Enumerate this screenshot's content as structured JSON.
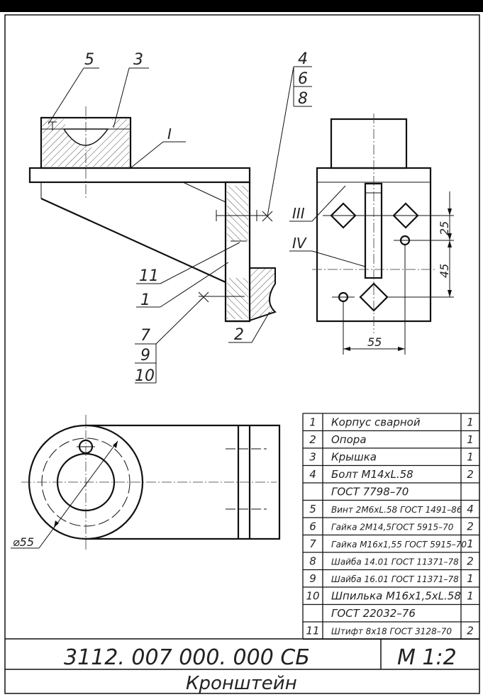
{
  "drawing": {
    "part_numbers": {
      "p5": "5",
      "p3": "3",
      "p4": "4",
      "p6": "6",
      "p8": "8",
      "p11": "11",
      "p1": "1",
      "p7": "7",
      "p9": "9",
      "p10": "10",
      "p2": "2"
    },
    "section_labels": {
      "s1": "I",
      "s3": "III",
      "s4": "IV"
    },
    "dimensions": {
      "d25": "25",
      "d45": "45",
      "d55": "55",
      "dia55": "⌀55"
    }
  },
  "spec_table": {
    "rows": [
      {
        "pos": "1",
        "name": "Корпус сварной",
        "qty": "1"
      },
      {
        "pos": "2",
        "name": "Опора",
        "qty": "1"
      },
      {
        "pos": "3",
        "name": "Крышка",
        "qty": "1"
      },
      {
        "pos": "4",
        "name": "Болт М14хL.58",
        "qty": "2"
      },
      {
        "pos": "",
        "name": "ГОСТ 7798–70",
        "qty": ""
      },
      {
        "pos": "5",
        "name": "Винт 2М6хL.58  ГОСТ 1491–86",
        "qty": "4"
      },
      {
        "pos": "6",
        "name": "Гайка 2М14,5ГОСТ 5915–70",
        "qty": "2"
      },
      {
        "pos": "7",
        "name": "Гайка М16х1,55  ГОСТ 5915–70",
        "qty": "1"
      },
      {
        "pos": "8",
        "name": "Шайба 14.01  ГОСТ 11371–78",
        "qty": "2"
      },
      {
        "pos": "9",
        "name": "Шайба 16.01  ГОСТ 11371–78",
        "qty": "1"
      },
      {
        "pos": "10",
        "name": "Шпилька  М16х1,5хL.58",
        "qty": "1"
      },
      {
        "pos": "",
        "name": "ГОСТ 22032–76",
        "qty": ""
      },
      {
        "pos": "11",
        "name": "Штифт 8х18  ГОСТ 3128–70",
        "qty": "2"
      }
    ]
  },
  "title_block": {
    "designation": "3112. 007 000. 000 СБ",
    "scale": "М 1:2",
    "name": "Кронштейн"
  }
}
